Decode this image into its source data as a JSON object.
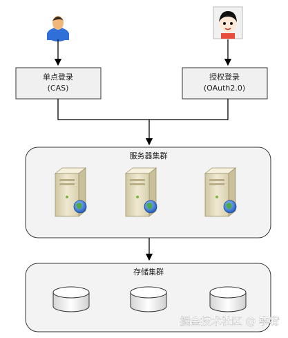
{
  "actors": [
    {
      "name": "user-blue",
      "icon": "user-icon"
    },
    {
      "name": "user-avatar",
      "icon": "avatar-icon"
    }
  ],
  "login_boxes": {
    "sso": {
      "line1": "单点登录",
      "line2": "(CAS)"
    },
    "oauth": {
      "line1": "授权登录",
      "line2": "(OAuth2.0)"
    }
  },
  "server_cluster": {
    "title": "服务器集群",
    "server_icon": "server-globe-icon"
  },
  "storage_cluster": {
    "title": "存储集群",
    "disk_icon": "database-icon"
  },
  "watermark": "掘金技术社区 @ 李宥",
  "colors": {
    "box_fill": "#f0f0f0",
    "cluster_fill": "#f3f3f3",
    "line": "#000000",
    "server_body": "#e9e2c6",
    "globe_blue": "#2f6fd8",
    "globe_green": "#4ea84a"
  }
}
